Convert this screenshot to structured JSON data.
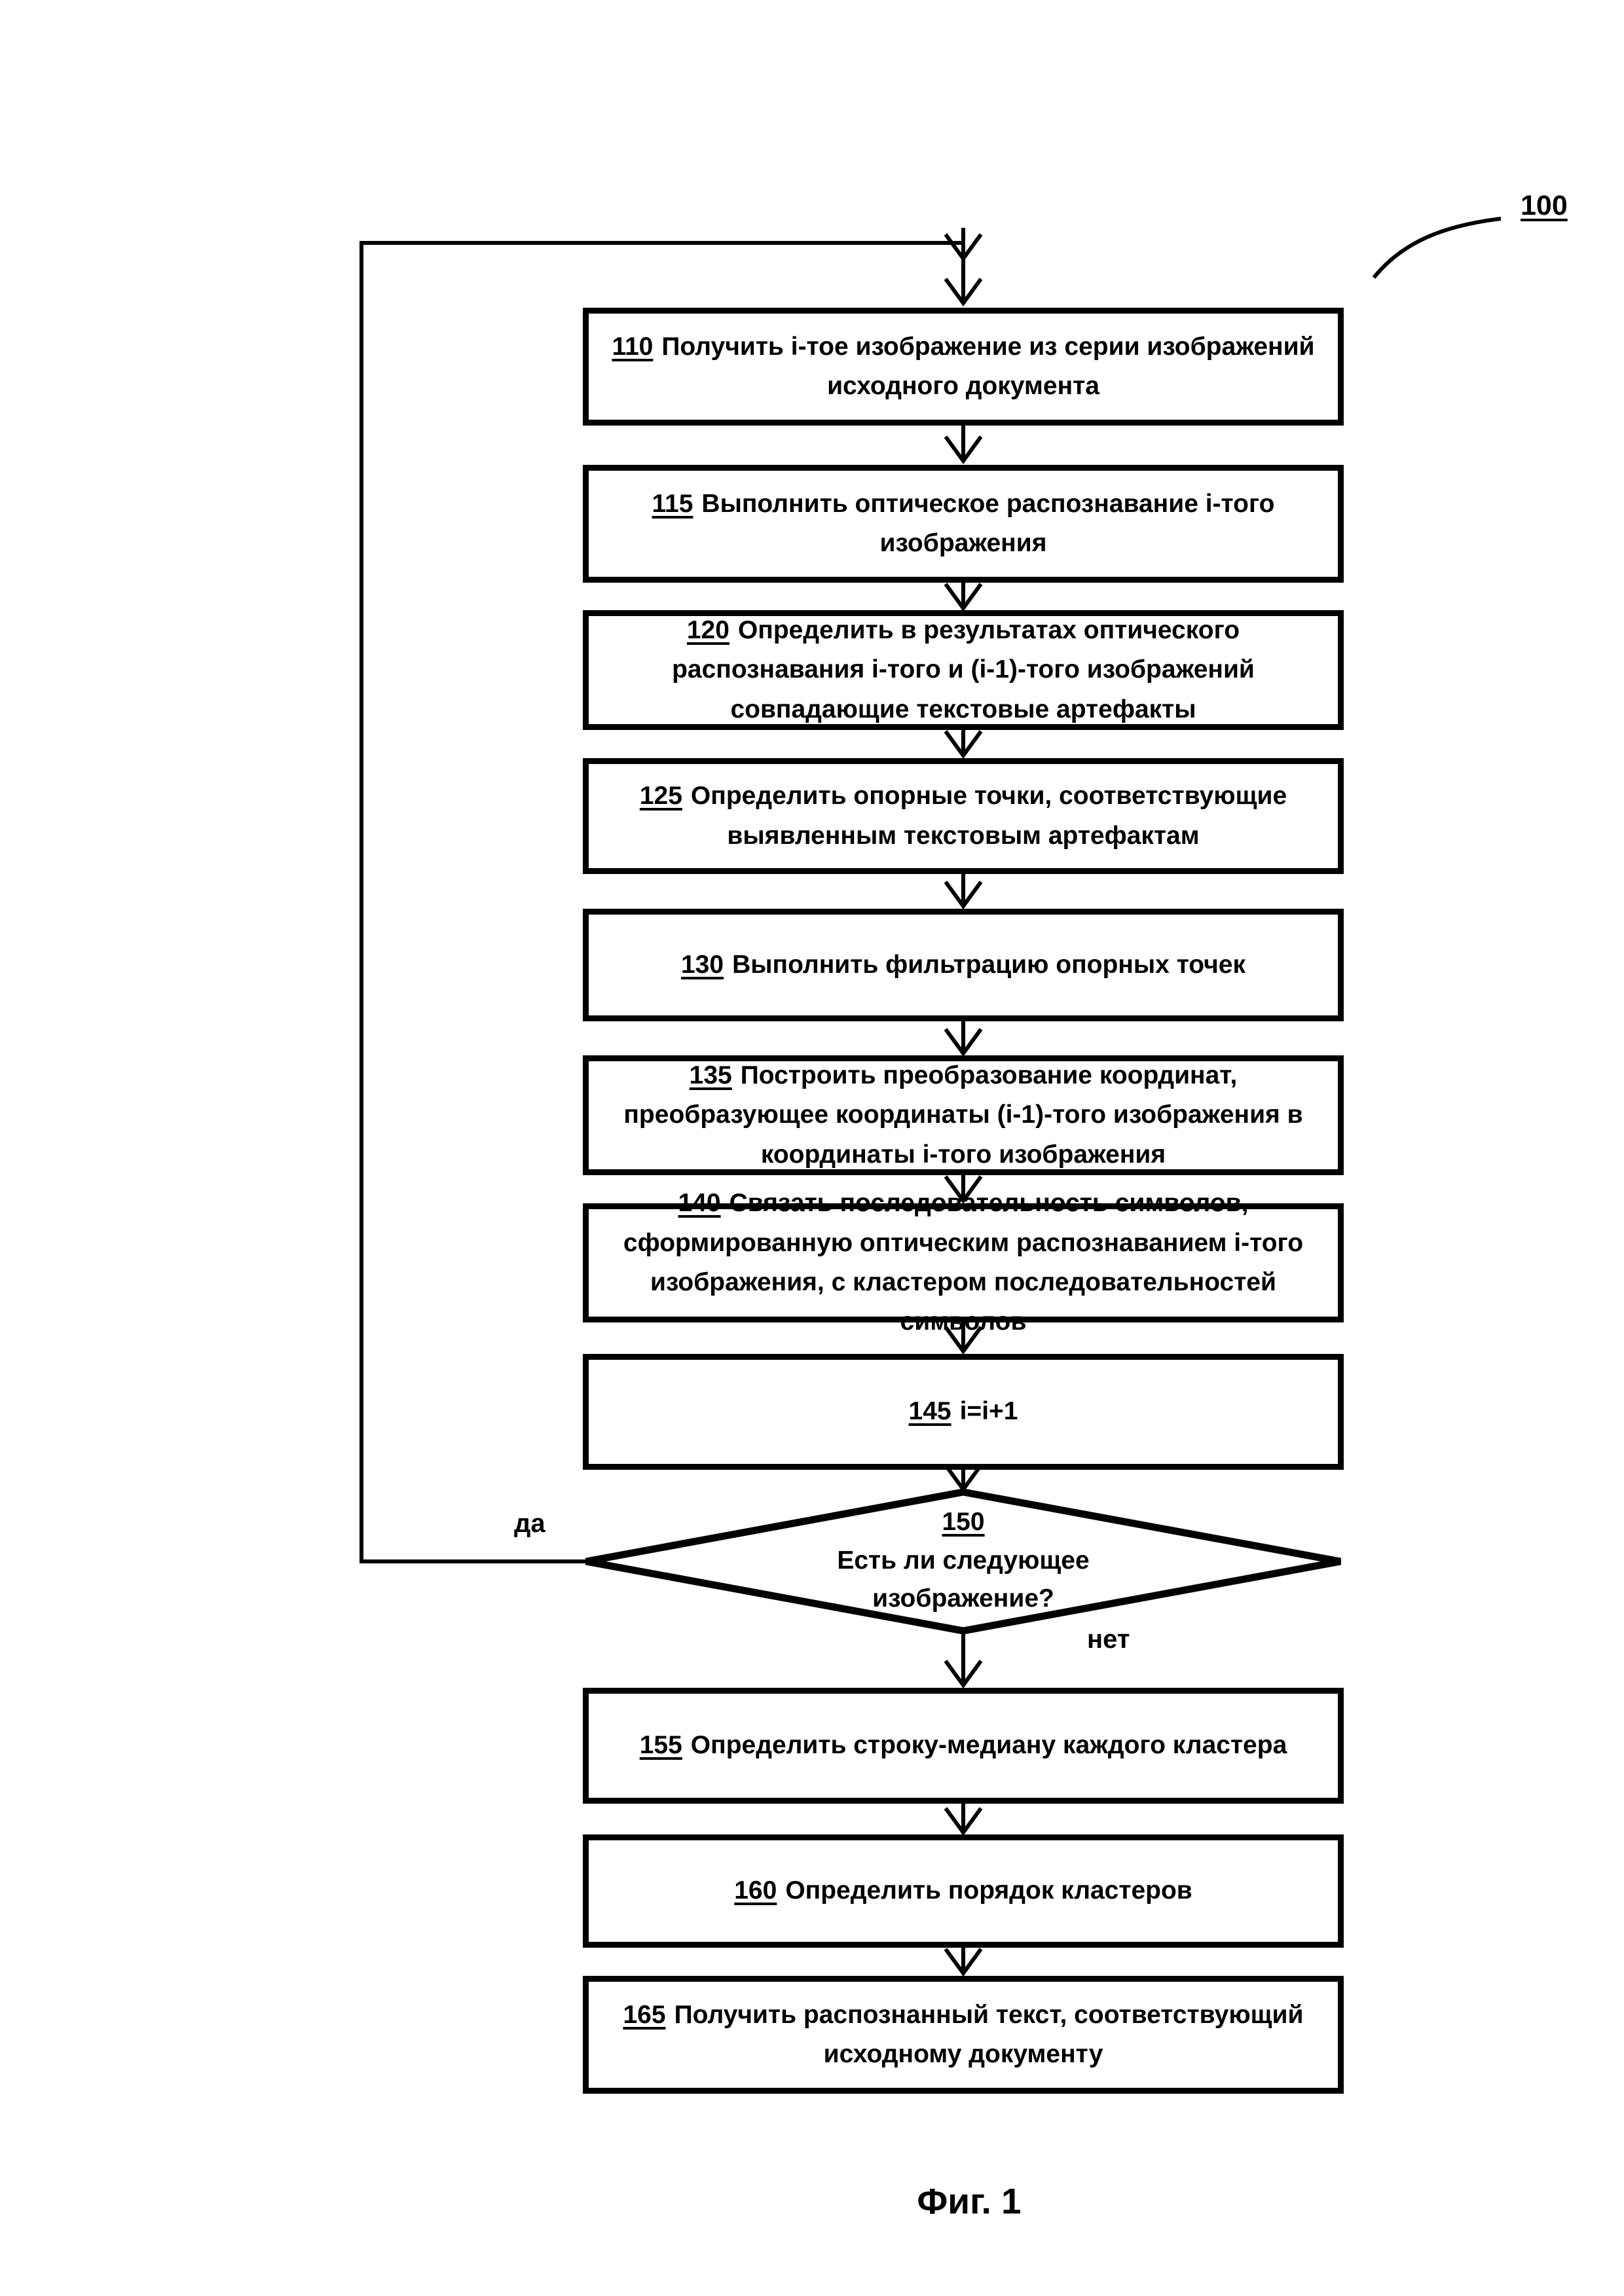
{
  "page": {
    "background_color": "#ffffff",
    "ink_color": "#000000"
  },
  "figure": {
    "reference_number": "100",
    "caption": "Фиг. 1",
    "branch_labels": {
      "yes": "да",
      "no": "нет"
    },
    "steps": [
      {
        "id": "110",
        "text": "Получить i-тое изображение из серии изображений исходного документа"
      },
      {
        "id": "115",
        "text": "Выполнить оптическое распознавание i-того изображения"
      },
      {
        "id": "120",
        "text": "Определить в результатах оптического распознавания i-того и (i-1)-того изображений совпадающие текстовые артефакты"
      },
      {
        "id": "125",
        "text": "Определить опорные точки, соответствующие выявленным текстовым артефактам"
      },
      {
        "id": "130",
        "text": "Выполнить фильтрацию опорных точек"
      },
      {
        "id": "135",
        "text": "Построить преобразование координат, преобразующее координаты (i-1)-того изображения в координаты i-того изображения"
      },
      {
        "id": "140",
        "text": "Связать последовательность символов, сформированную оптическим распознаванием i-того изображения, с кластером последовательностей символов"
      },
      {
        "id": "145",
        "text": "i=i+1"
      },
      {
        "id": "155",
        "text": "Определить строку-медиану каждого кластера"
      },
      {
        "id": "160",
        "text": "Определить порядок кластеров"
      },
      {
        "id": "165",
        "text": "Получить распознанный текст, соответствующий исходному документу"
      }
    ],
    "decision": {
      "id": "150",
      "question": "Есть ли следующее изображение?"
    }
  }
}
